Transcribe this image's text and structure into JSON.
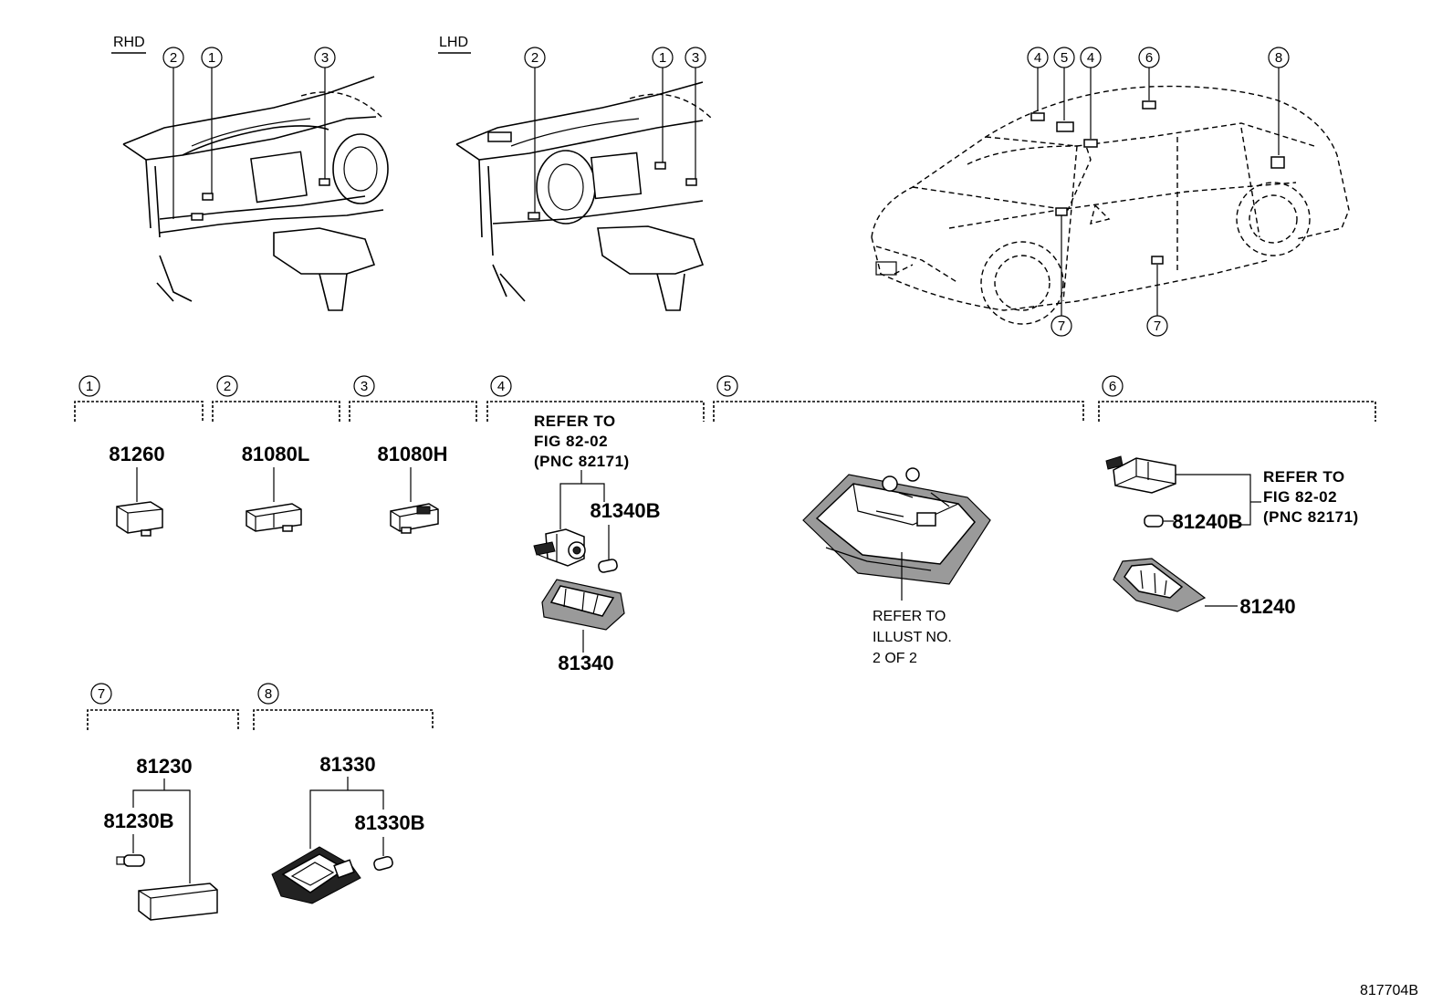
{
  "views": {
    "rhd_label": "RHD",
    "lhd_label": "LHD"
  },
  "callouts": {
    "rhd": [
      "2",
      "1",
      "3"
    ],
    "lhd": [
      "2",
      "1",
      "3"
    ],
    "car_top": [
      "4",
      "5",
      "4",
      "6",
      "8"
    ],
    "car_bottom": [
      "7",
      "7"
    ]
  },
  "groups": [
    {
      "id": "1",
      "parts": [
        "81260"
      ]
    },
    {
      "id": "2",
      "parts": [
        "81080L"
      ]
    },
    {
      "id": "3",
      "parts": [
        "81080H"
      ]
    },
    {
      "id": "4",
      "note": [
        "REFER TO",
        "FIG 82-02",
        "(PNC 82171)"
      ],
      "parts": [
        "81340B",
        "81340"
      ]
    },
    {
      "id": "5",
      "note": [
        "REFER TO",
        "ILLUST NO.",
        "2 OF 2"
      ]
    },
    {
      "id": "6",
      "note": [
        "REFER TO",
        "FIG 82-02",
        "(PNC 82171)"
      ],
      "parts": [
        "81240B",
        "81240"
      ]
    },
    {
      "id": "7",
      "parts": [
        "81230",
        "81230B"
      ]
    },
    {
      "id": "8",
      "parts": [
        "81330",
        "81330B"
      ]
    }
  ],
  "diagram_code": "817704B",
  "icons": [
    "dashboard-rhd-drawing",
    "dashboard-lhd-drawing",
    "car-exterior-drawing",
    "lamp-part-drawing",
    "bulb-icon",
    "circled-number-icon"
  ]
}
